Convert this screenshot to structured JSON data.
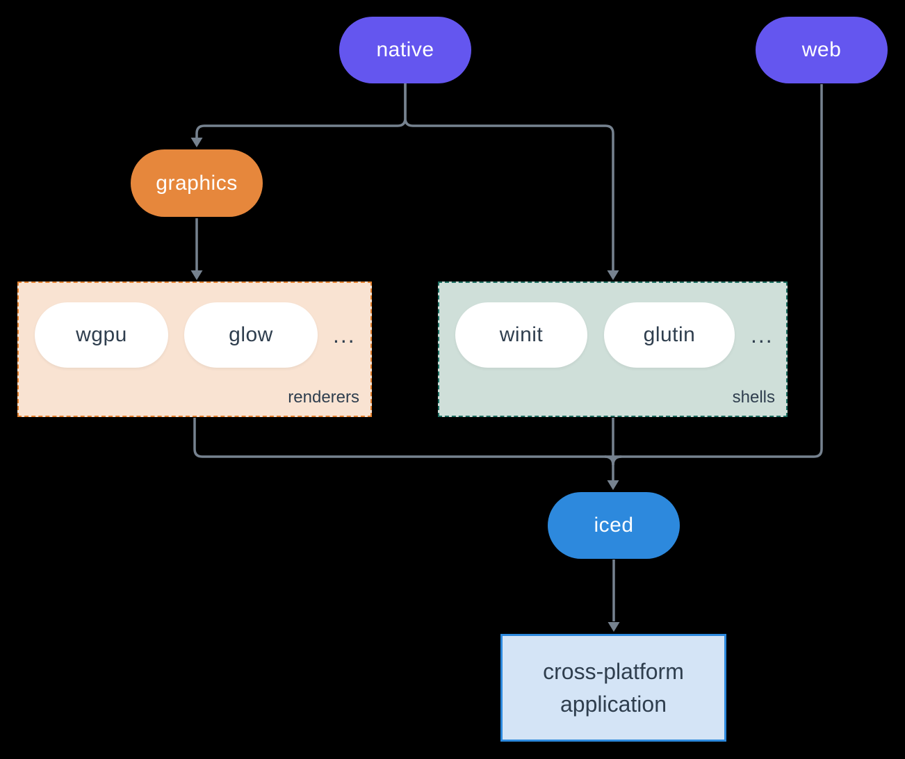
{
  "diagram": {
    "nodes": {
      "native": {
        "label": "native",
        "color": "#6456ef"
      },
      "web": {
        "label": "web",
        "color": "#6456ef"
      },
      "graphics": {
        "label": "graphics",
        "color": "#e6873c"
      },
      "iced": {
        "label": "iced",
        "color": "#2d89dd"
      },
      "application": {
        "line1": "cross-platform",
        "line2": "application",
        "fill": "#d4e4f6",
        "border": "#2d89dd"
      }
    },
    "groups": {
      "renderers": {
        "label": "renderers",
        "items": [
          "wgpu",
          "glow"
        ],
        "ellipsis": "...",
        "fill": "#f9e3d2",
        "border": "#e5822f"
      },
      "shells": {
        "label": "shells",
        "items": [
          "winit",
          "glutin"
        ],
        "ellipsis": "...",
        "fill": "#cfdfd9",
        "border": "#1e6f62"
      }
    },
    "colors": {
      "background": "#000000",
      "connector": "#76828f",
      "text_on_pill": "#ffffff",
      "text_dark": "#2f3e4e"
    }
  }
}
